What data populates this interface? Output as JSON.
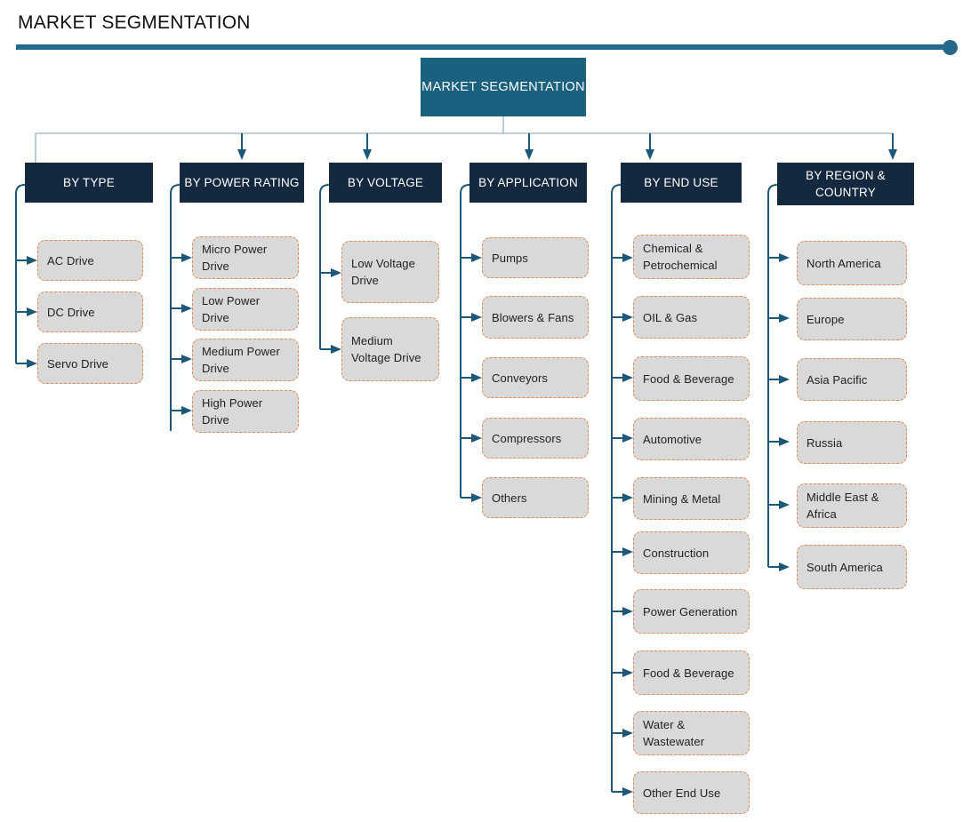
{
  "header": {
    "title": "MARKET SEGMENTATION",
    "accent_color": "#26688A"
  },
  "root": {
    "label": "MARKET SEGMENTATION",
    "color": "#19617F"
  },
  "colors": {
    "header_box": "#14293F",
    "card_fill": "#D9D9D9",
    "card_border": "#E08A55",
    "connector": "#1D5878",
    "bus_line": "#A9C3D2"
  },
  "columns": [
    {
      "id": "by-type",
      "label": "BY TYPE",
      "items": [
        "AC Drive",
        "DC Drive",
        "Servo Drive"
      ]
    },
    {
      "id": "by-power-rating",
      "label": "BY POWER RATING",
      "items": [
        "Micro Power Drive",
        "Low Power Drive",
        "Medium Power Drive",
        "High Power Drive"
      ]
    },
    {
      "id": "by-voltage",
      "label": "BY VOLTAGE",
      "items": [
        "Low Voltage Drive",
        "Medium Voltage Drive"
      ]
    },
    {
      "id": "by-application",
      "label": "BY APPLICATION",
      "items": [
        "Pumps",
        "Blowers & Fans",
        "Conveyors",
        "Compressors",
        "Others"
      ]
    },
    {
      "id": "by-end-use",
      "label": "BY END USE",
      "items": [
        "Chemical & Petrochemical",
        "OIL & Gas",
        "Food & Beverage",
        "Automotive",
        "Mining & Metal",
        "Construction",
        "Power Generation",
        "Food & Beverage",
        "Water & Wastewater",
        "Other End Use"
      ]
    },
    {
      "id": "by-region-country",
      "label": "BY REGION & COUNTRY",
      "items": [
        "North America",
        "Europe",
        "Asia Pacific",
        "Russia",
        "Middle East & Africa",
        "South America"
      ]
    }
  ]
}
